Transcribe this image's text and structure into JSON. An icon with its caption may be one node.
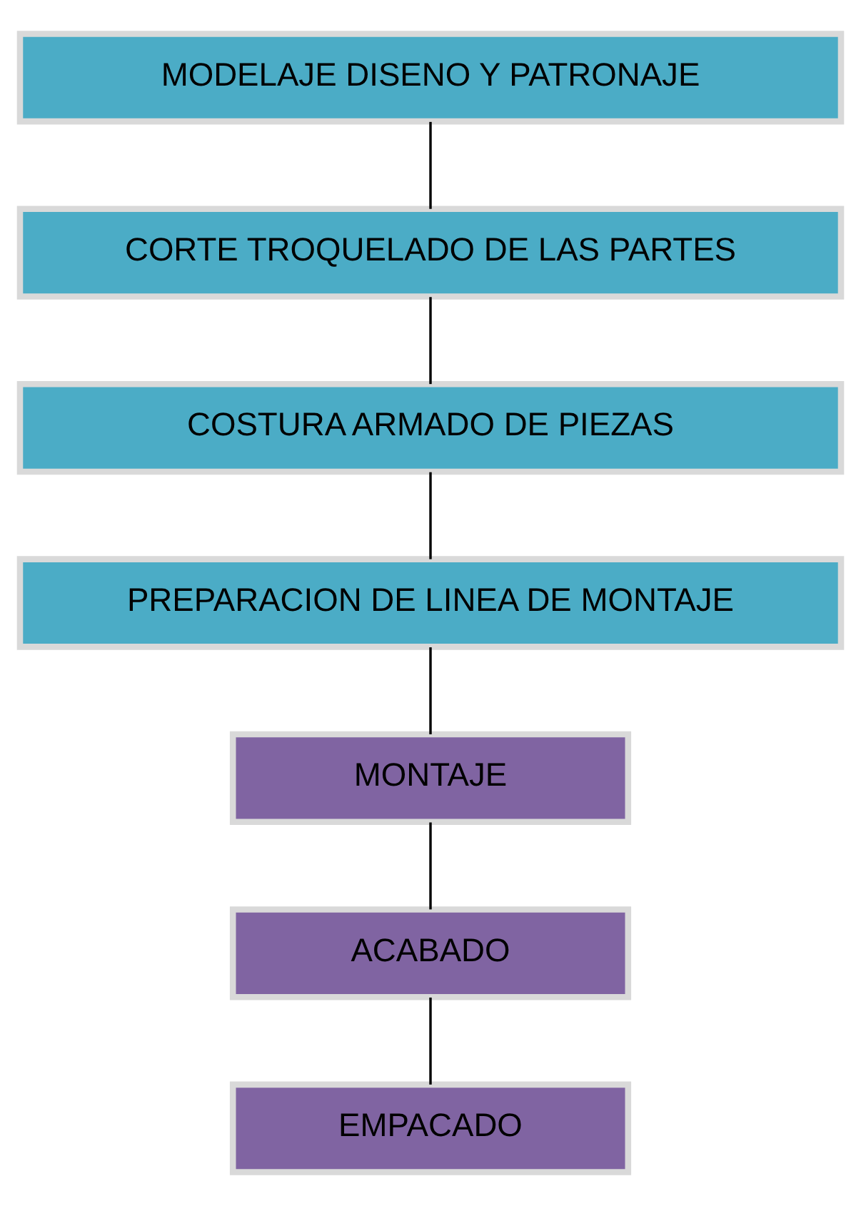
{
  "diagram": {
    "nodes": [
      {
        "text": [
          "MODELAJE DISENO Y PATRONAJE"
        ]
      },
      {
        "text": [
          "CORTE TROQUELADO DE LAS PARTES"
        ]
      },
      {
        "text": [
          "COSTURA ARMADO DE PIEZAS"
        ]
      },
      {
        "text": [
          "PREPARACION DE LINEA DE MONTAJE"
        ]
      },
      {
        "text": [
          "MONTAJE"
        ]
      },
      {
        "text": [
          "ACABADO"
        ]
      },
      {
        "text": [
          "EMPACADO"
        ]
      }
    ],
    "edges": [
      {
        "from": 0,
        "to": 1,
        "arrow": "none"
      },
      {
        "from": 1,
        "to": 2,
        "arrow": "none"
      },
      {
        "from": 2,
        "to": 3,
        "arrow": "none"
      },
      {
        "from": 3,
        "to": 4,
        "arrow": "none"
      },
      {
        "from": 4,
        "to": 5,
        "arrow": "none"
      },
      {
        "from": 5,
        "to": 6,
        "arrow": "none"
      }
    ]
  }
}
